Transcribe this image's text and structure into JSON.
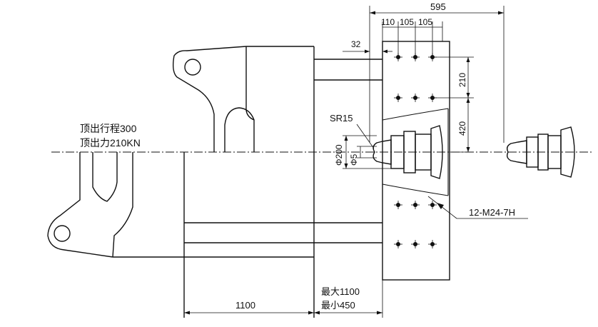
{
  "labels": {
    "ejector_stroke": "顶出行程300",
    "ejector_force": "顶出力210KN",
    "sr15": "SR15",
    "phi200": "Φ200",
    "phi5": "Φ5",
    "thread": "12-M24-7H",
    "max": "最大1100",
    "min": "最小450"
  },
  "dimensions": {
    "d595": "595",
    "d110": "110",
    "d105a": "105",
    "d105b": "105",
    "d32": "32",
    "d210": "210",
    "d420": "420",
    "d1100": "1100"
  }
}
